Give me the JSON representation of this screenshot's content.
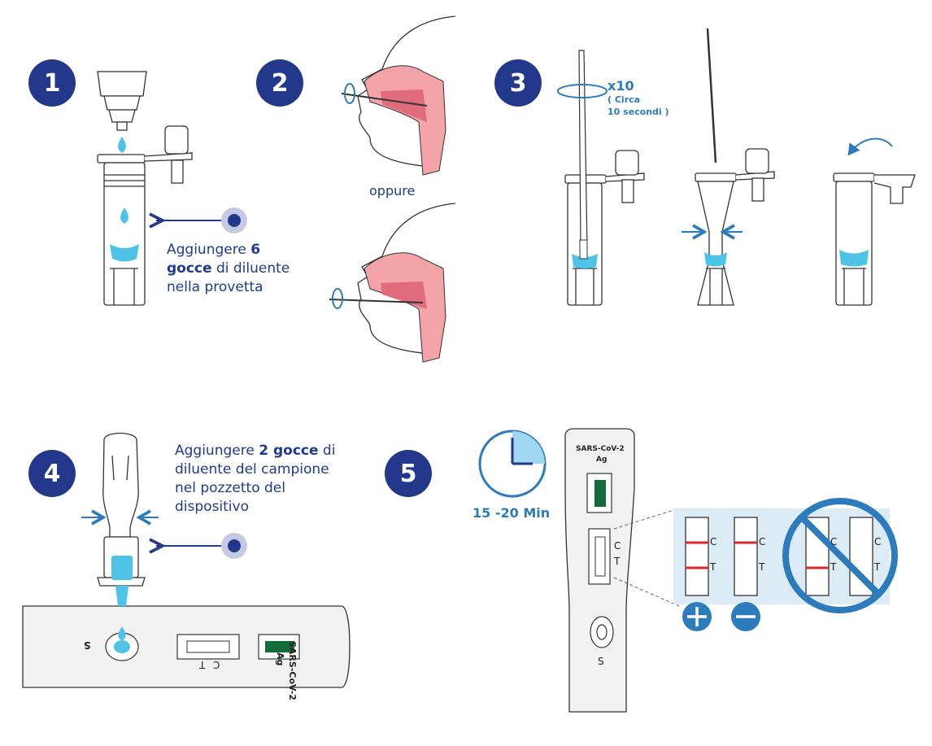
{
  "colors": {
    "navy": "#23388a",
    "blue": "#2c7bbd",
    "liquid": "#4ec3e8",
    "nose": "#f4a4a9",
    "green": "#136b3a",
    "red": "#d9262f",
    "panel": "#dcecf6"
  },
  "steps": [
    {
      "num": "1",
      "instr_a": "Aggiungere ",
      "instr_b": "6",
      "instr_c": "gocce",
      "instr_d": " di diluente",
      "instr_e": "nella provetta"
    },
    {
      "num": "2",
      "alt": "oppure"
    },
    {
      "num": "3",
      "rotations": "x10",
      "duration_a": "( Circa",
      "duration_b": "10 secondi )"
    },
    {
      "num": "4",
      "instr_a": "Aggiungere ",
      "instr_b": "2 gocce",
      "instr_c": " di",
      "instr_d": "diluente del campione",
      "instr_e": "nel pozzetto del",
      "instr_f": "dispositivo"
    },
    {
      "num": "5",
      "time": "15 -20 Min"
    }
  ],
  "device": {
    "name": "SARS-CoV-2",
    "type": "Ag",
    "sample": "S",
    "control": "C",
    "test": "T"
  },
  "results": [
    {
      "control": "C",
      "test": "T"
    },
    {
      "control": "C",
      "test": "T"
    },
    {
      "control": "C",
      "test": "T"
    },
    {
      "control": "C",
      "test": "T"
    }
  ]
}
